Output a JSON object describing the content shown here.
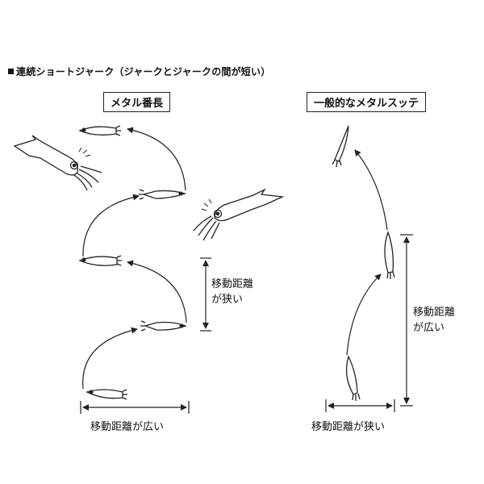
{
  "heading": "連続ショートジャーク（ジャークとジャークの間が短い）",
  "left_panel": {
    "title": "メタル番長",
    "vertical_label_line1": "移動距離",
    "vertical_label_line2": "が狭い",
    "bottom_label": "移動距離が広い"
  },
  "right_panel": {
    "title": "一般的なメタルスッテ",
    "vertical_label_line1": "移動距離",
    "vertical_label_line2": "が広い",
    "bottom_label": "移動距離が狭い"
  }
}
